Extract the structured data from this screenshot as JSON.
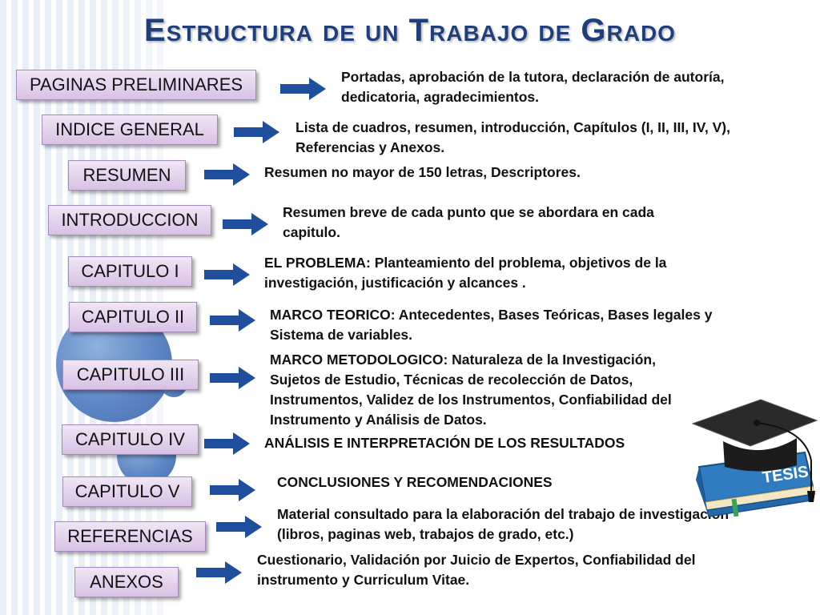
{
  "title": "Estructura de un Trabajo de Grado",
  "items": [
    {
      "label": "PAGINAS PRELIMINARES",
      "lines": [
        "Portadas, aprobación de la tutora, declaración de autoría,",
        "dedicatoria, agradecimientos."
      ]
    },
    {
      "label": "INDICE GENERAL",
      "lines": [
        "Lista de cuadros, resumen, introducción, Capítulos (I, II, III, IV, V),",
        "Referencias y Anexos."
      ]
    },
    {
      "label": "RESUMEN",
      "lines": [
        "Resumen no mayor de 150 letras, Descriptores."
      ]
    },
    {
      "label": "INTRODUCCION",
      "lines": [
        "Resumen breve de cada punto que se abordara en cada",
        "capitulo."
      ]
    },
    {
      "label": "CAPITULO I",
      "lines": [
        "EL PROBLEMA:  Planteamiento del problema, objetivos de la",
        "investigación, justificación y alcances ."
      ]
    },
    {
      "label": "CAPITULO II",
      "lines": [
        "MARCO TEORICO: Antecedentes, Bases Teóricas,  Bases legales y",
        "Sistema de variables."
      ]
    },
    {
      "label": "CAPITULO III",
      "lines": [
        "MARCO METODOLOGICO:  Naturaleza de la Investigación,",
        "Sujetos de Estudio, Técnicas de recolección de Datos,",
        "Instrumentos, Validez de los Instrumentos, Confiabilidad del",
        "Instrumento y  Análisis de Datos."
      ]
    },
    {
      "label": "CAPITULO IV",
      "lines": [
        "ANÁLISIS E INTERPRETACIÓN DE LOS RESULTADOS"
      ]
    },
    {
      "label": "CAPITULO V",
      "lines": [
        "CONCLUSIONES Y RECOMENDACIONES"
      ]
    },
    {
      "label": "REFERENCIAS",
      "lines": [
        "Material consultado para la elaboración del trabajo de investigación",
        "(libros, paginas web, trabajos de grado, etc.)"
      ]
    },
    {
      "label": "ANEXOS",
      "lines": [
        "Cuestionario, Validación por Juicio de Expertos,  Confiabilidad del",
        "instrumento y Curriculum Vitae."
      ]
    }
  ],
  "book_label": "TESIS",
  "colors": {
    "title": "#1f3f7c",
    "box_top": "#f1e6f6",
    "box_bottom": "#d7c1e4",
    "arrow": "#1f4e9c"
  }
}
